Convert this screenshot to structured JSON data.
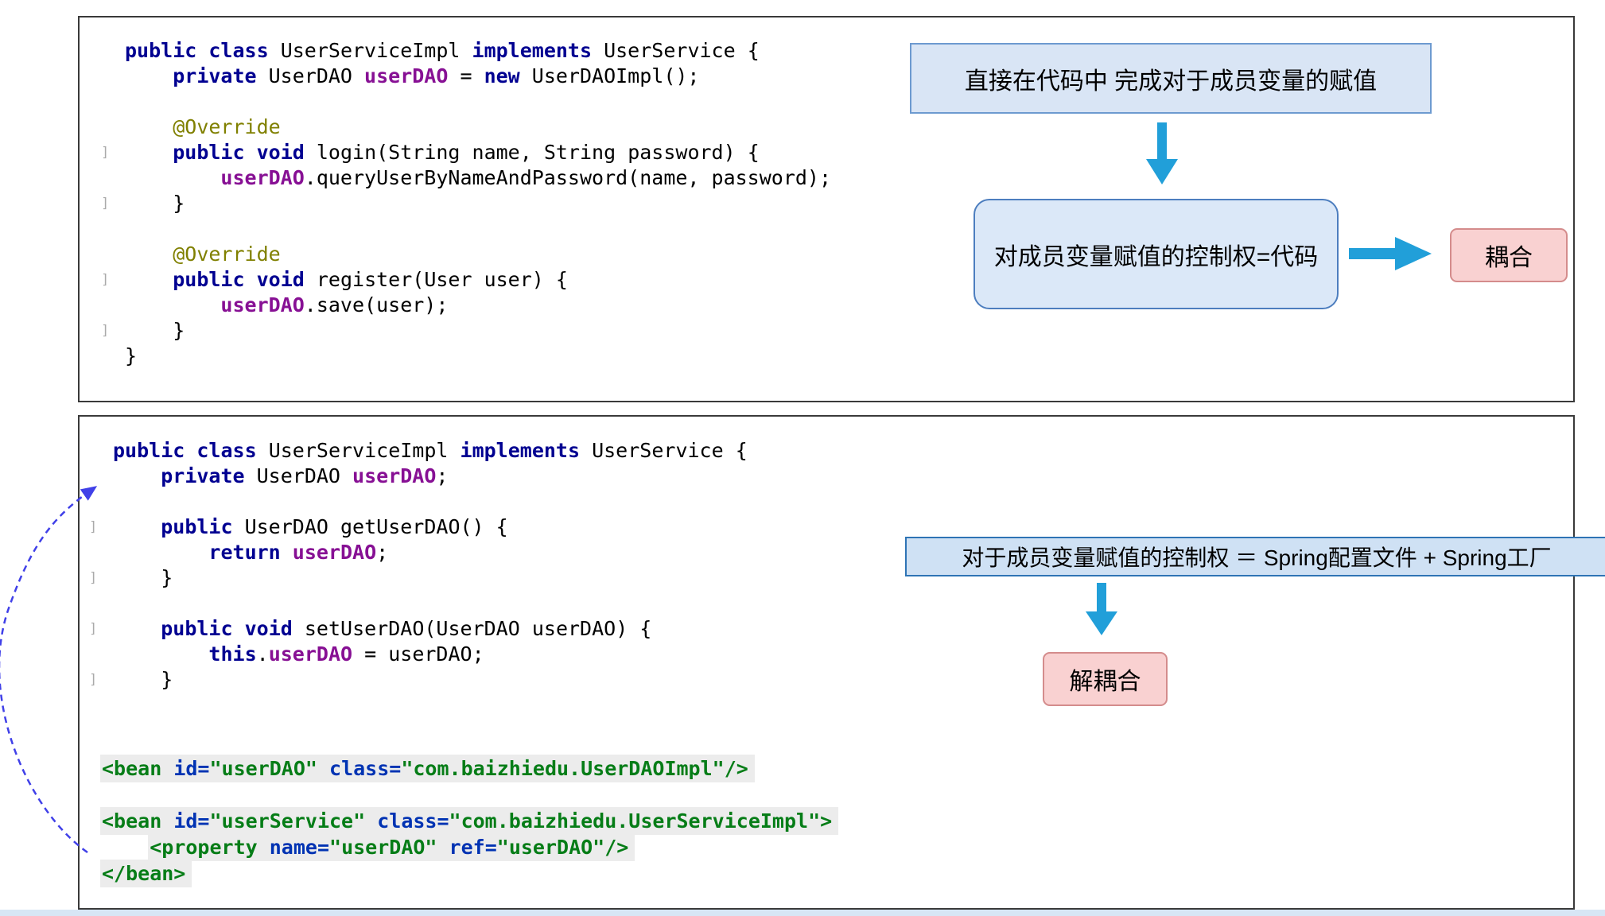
{
  "colors": {
    "arrow_blue": "#219fd9",
    "dashed_arrow": "#4040e8",
    "keyword_navy": "#000091",
    "field_purple": "#871094",
    "annotation_olive": "#808000",
    "xml_tag_green": "#067d17",
    "xml_attr_blue": "#0033b3",
    "blue_box_fill": "#d9e5f5",
    "pink_box_fill": "#f9d1d1",
    "xml_highlight": "#ececec"
  },
  "top_panel": {
    "code": [
      {
        "s": [
          [
            "kw",
            "public"
          ],
          [
            "pl",
            " "
          ],
          [
            "kw",
            "class"
          ],
          [
            "pl",
            " UserServiceImpl "
          ],
          [
            "kw",
            "implements"
          ],
          [
            "pl",
            " UserService {"
          ]
        ]
      },
      {
        "s": [
          [
            "pl",
            "    "
          ],
          [
            "kw",
            "private"
          ],
          [
            "pl",
            " UserDAO "
          ],
          [
            "fld",
            "userDAO"
          ],
          [
            "pl",
            " = "
          ],
          [
            "kw",
            "new"
          ],
          [
            "pl",
            " UserDAOImpl();"
          ]
        ]
      },
      {
        "s": []
      },
      {
        "s": [
          [
            "pl",
            "    "
          ],
          [
            "ann",
            "@Override"
          ]
        ]
      },
      {
        "g": true,
        "s": [
          [
            "pl",
            "    "
          ],
          [
            "kw",
            "public"
          ],
          [
            "pl",
            " "
          ],
          [
            "kw",
            "void"
          ],
          [
            "pl",
            " login(String name, String password) {"
          ]
        ]
      },
      {
        "s": [
          [
            "pl",
            "        "
          ],
          [
            "fld",
            "userDAO"
          ],
          [
            "pl",
            ".queryUserByNameAndPassword(name, password);"
          ]
        ]
      },
      {
        "g": true,
        "s": [
          [
            "pl",
            "    }"
          ]
        ]
      },
      {
        "s": []
      },
      {
        "s": [
          [
            "pl",
            "    "
          ],
          [
            "ann",
            "@Override"
          ]
        ]
      },
      {
        "g": true,
        "s": [
          [
            "pl",
            "    "
          ],
          [
            "kw",
            "public"
          ],
          [
            "pl",
            " "
          ],
          [
            "kw",
            "void"
          ],
          [
            "pl",
            " register(User user) {"
          ]
        ]
      },
      {
        "s": [
          [
            "pl",
            "        "
          ],
          [
            "fld",
            "userDAO"
          ],
          [
            "pl",
            ".save(user);"
          ]
        ]
      },
      {
        "g": true,
        "s": [
          [
            "pl",
            "    }"
          ]
        ]
      },
      {
        "s": [
          [
            "pl",
            "}"
          ]
        ]
      }
    ],
    "flow": {
      "step1": "直接在代码中 完成对于成员变量的赋值",
      "step2": "对成员变量赋值的控制权=代码",
      "result": "耦合"
    }
  },
  "bottom_panel": {
    "code": [
      {
        "s": [
          [
            "kw",
            "public"
          ],
          [
            "pl",
            " "
          ],
          [
            "kw",
            "class"
          ],
          [
            "pl",
            " UserServiceImpl "
          ],
          [
            "kw",
            "implements"
          ],
          [
            "pl",
            " UserService {"
          ]
        ]
      },
      {
        "s": [
          [
            "pl",
            "    "
          ],
          [
            "kw",
            "private"
          ],
          [
            "pl",
            " UserDAO "
          ],
          [
            "fld",
            "userDAO"
          ],
          [
            "pl",
            ";"
          ]
        ]
      },
      {
        "s": []
      },
      {
        "g": true,
        "s": [
          [
            "pl",
            "    "
          ],
          [
            "kw",
            "public"
          ],
          [
            "pl",
            " UserDAO getUserDAO() {"
          ]
        ]
      },
      {
        "s": [
          [
            "pl",
            "        "
          ],
          [
            "kw",
            "return"
          ],
          [
            "pl",
            " "
          ],
          [
            "fld",
            "userDAO"
          ],
          [
            "pl",
            ";"
          ]
        ]
      },
      {
        "g": true,
        "s": [
          [
            "pl",
            "    }"
          ]
        ]
      },
      {
        "s": []
      },
      {
        "g": true,
        "s": [
          [
            "pl",
            "    "
          ],
          [
            "kw",
            "public"
          ],
          [
            "pl",
            " "
          ],
          [
            "kw",
            "void"
          ],
          [
            "pl",
            " setUserDAO(UserDAO userDAO) {"
          ]
        ]
      },
      {
        "s": [
          [
            "pl",
            "        "
          ],
          [
            "kw",
            "this"
          ],
          [
            "pl",
            "."
          ],
          [
            "fld",
            "userDAO"
          ],
          [
            "pl",
            " = userDAO;"
          ]
        ]
      },
      {
        "g": true,
        "s": [
          [
            "pl",
            "    }"
          ]
        ]
      }
    ],
    "xml": [
      {
        "hl": true,
        "s": [
          [
            "xt",
            "<bean"
          ],
          [
            "pl",
            " "
          ],
          [
            "xa",
            "id="
          ],
          [
            "xv",
            "\"userDAO\""
          ],
          [
            "pl",
            " "
          ],
          [
            "xa",
            "class="
          ],
          [
            "xv",
            "\"com.baizhiedu.UserDAOImpl\""
          ],
          [
            "xt",
            "/>"
          ]
        ]
      },
      {
        "s": []
      },
      {
        "hl": true,
        "s": [
          [
            "xt",
            "<bean"
          ],
          [
            "pl",
            " "
          ],
          [
            "xa",
            "id="
          ],
          [
            "xv",
            "\"userService\""
          ],
          [
            "pl",
            " "
          ],
          [
            "xa",
            "class="
          ],
          [
            "xv",
            "\"com.baizhiedu.UserServiceImpl\""
          ],
          [
            "xt",
            ">"
          ]
        ]
      },
      {
        "ind": "    ",
        "hl": true,
        "s": [
          [
            "xt",
            "<property"
          ],
          [
            "pl",
            " "
          ],
          [
            "xa",
            "name="
          ],
          [
            "xv",
            "\"userDAO\""
          ],
          [
            "pl",
            " "
          ],
          [
            "xa",
            "ref="
          ],
          [
            "xv",
            "\"userDAO\""
          ],
          [
            "xt",
            "/>"
          ]
        ]
      },
      {
        "hl": true,
        "s": [
          [
            "xt",
            "</bean>"
          ]
        ]
      }
    ],
    "flow": {
      "step1": "对于成员变量赋值的控制权 ＝ Spring配置文件 + Spring工厂",
      "result": "解耦合"
    }
  }
}
